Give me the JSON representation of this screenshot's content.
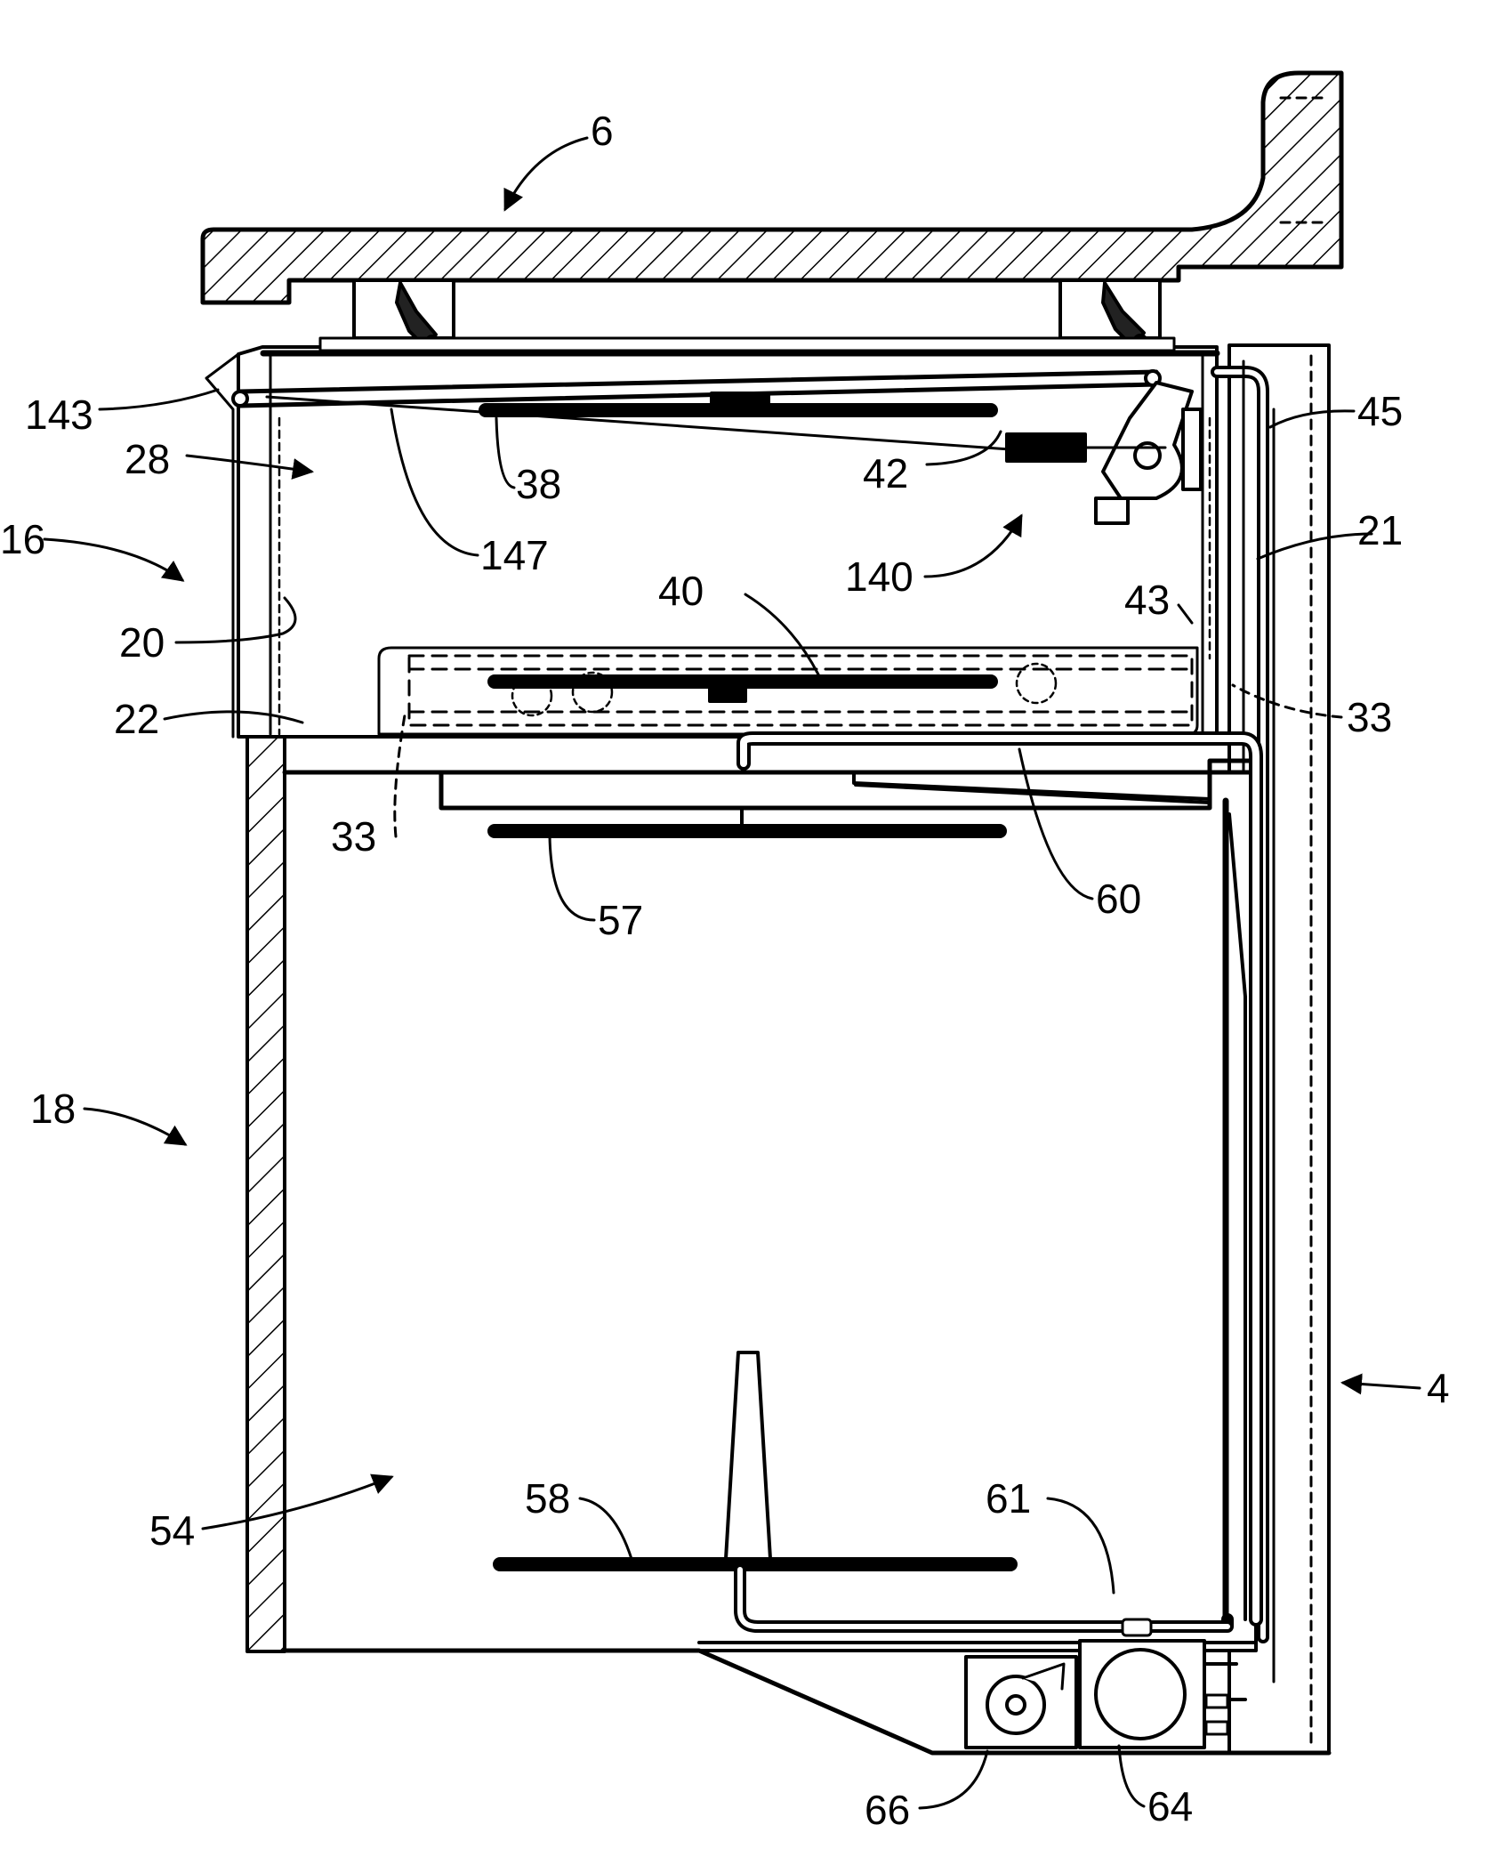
{
  "figure": {
    "labels": {
      "ref_6": "6",
      "ref_143": "143",
      "ref_28": "28",
      "ref_38": "38",
      "ref_42": "42",
      "ref_45": "45",
      "ref_16": "16",
      "ref_147": "147",
      "ref_140": "140",
      "ref_21": "21",
      "ref_20": "20",
      "ref_40": "40",
      "ref_43": "43",
      "ref_22": "22",
      "ref_33a": "33",
      "ref_33b": "33",
      "ref_57": "57",
      "ref_60": "60",
      "ref_18": "18",
      "ref_4": "4",
      "ref_54": "54",
      "ref_58": "58",
      "ref_61": "61",
      "ref_66": "66",
      "ref_64": "64"
    }
  }
}
